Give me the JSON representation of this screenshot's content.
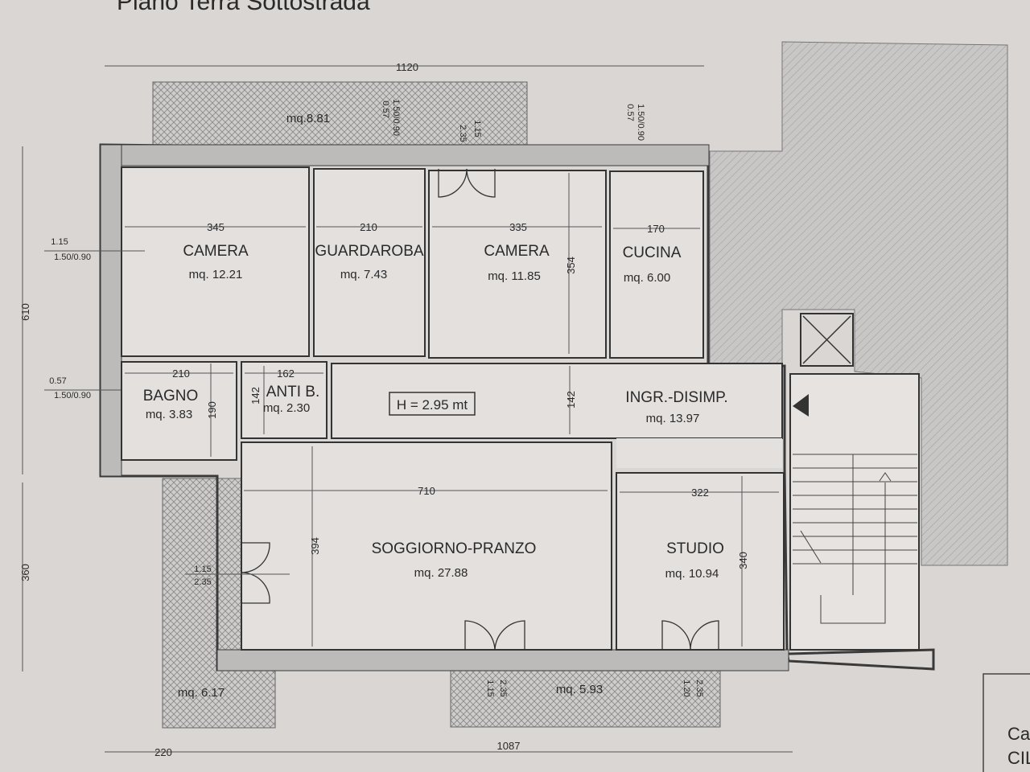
{
  "title": "Piano Terra Sottostrada",
  "height_label": "H = 2.95 mt",
  "rooms": [
    {
      "name": "CAMERA",
      "area": "mq. 12.21"
    },
    {
      "name": "GUARDAROBA",
      "area": "mq. 7.43"
    },
    {
      "name": "CAMERA",
      "area": "mq. 11.85"
    },
    {
      "name": "CUCINA",
      "area": "mq. 6.00"
    },
    {
      "name": "BAGNO",
      "area": "mq. 3.83"
    },
    {
      "name": "ANTI B.",
      "area": "mq. 2.30"
    },
    {
      "name": "INGR.-DISIMP.",
      "area": "mq. 13.97"
    },
    {
      "name": "SOGGIORNO-PRANZO",
      "area": "mq. 27.88"
    },
    {
      "name": "STUDIO",
      "area": "mq. 10.94"
    }
  ],
  "terraces": {
    "top": "mq.8.81",
    "left": "mq. 6.17",
    "bottom": "mq. 5.93"
  },
  "dimensions": {
    "overall_width_top": "1120",
    "overall_width_bottom": "1087",
    "bottom_left": "220",
    "height_upper": "610",
    "height_lower": "360",
    "camera1_width": "345",
    "guardaroba_width": "210",
    "camera2_width": "335",
    "camera2_height": "354",
    "cucina_width": "170",
    "bagno_width": "210",
    "bagno_height": "190",
    "anti_width": "162",
    "anti_height": "142",
    "ingresso_height": "142",
    "soggiorno_width": "710",
    "soggiorno_height": "394",
    "studio_width": "322",
    "studio_height": "340"
  },
  "openings": {
    "win_top_left": "0.57\n1.50/0.90",
    "win_top_left_a": "0.57",
    "win_top_left_b": "1.50/0.90",
    "door_top_a": "2.35",
    "door_top_b": "1.15",
    "win_top_right_a": "0.57",
    "win_top_right_b": "1.50/0.90",
    "win_left1_a": "1.15",
    "win_left1_b": "1.50/0.90",
    "win_left2_a": "0.57",
    "win_left2_b": "1.50/0.90",
    "door_left_a": "1.15",
    "door_left_b": "2.35",
    "door_bottom1_a": "1.15",
    "door_bottom1_b": "2.35",
    "door_bottom2_a": "1.20",
    "door_bottom2_b": "2.35"
  },
  "corner_text": [
    "Ca",
    "CIL"
  ]
}
